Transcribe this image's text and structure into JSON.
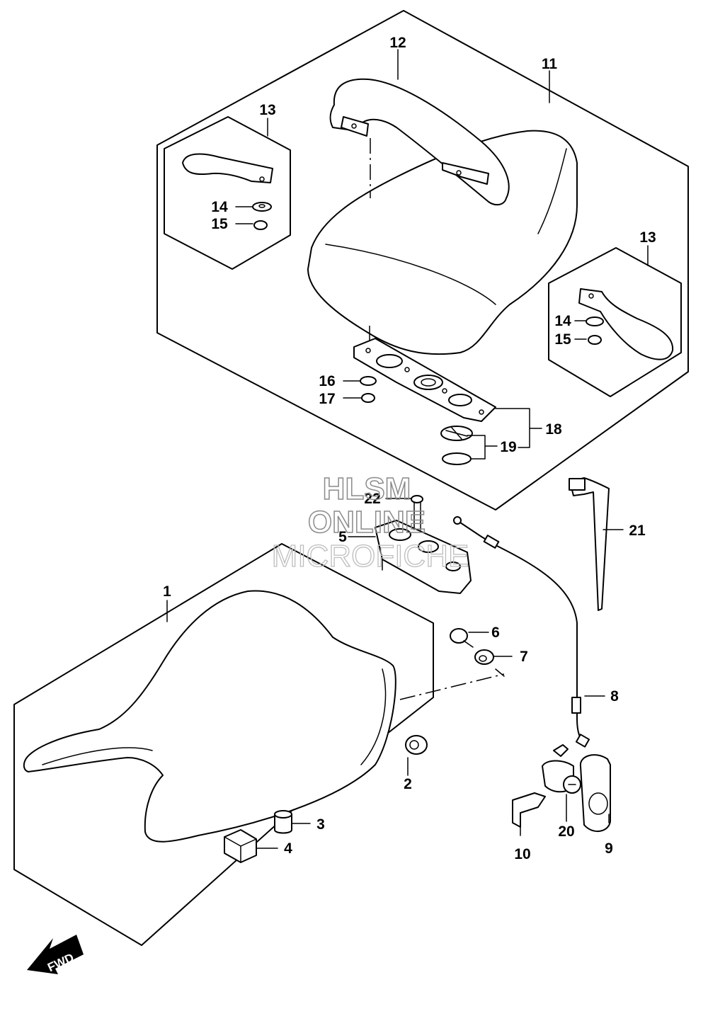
{
  "callouts": {
    "c1": "1",
    "c2": "2",
    "c3": "3",
    "c4": "4",
    "c5": "5",
    "c6": "6",
    "c7": "7",
    "c8": "8",
    "c9": "9",
    "c10": "10",
    "c11": "11",
    "c12": "12",
    "c13a": "13",
    "c13b": "13",
    "c14a": "14",
    "c14b": "14",
    "c15a": "15",
    "c15b": "15",
    "c16": "16",
    "c17": "17",
    "c18": "18",
    "c19": "19",
    "c20": "20",
    "c21": "21",
    "c22": "22"
  },
  "watermark": {
    "line1": "HLSM",
    "line2": "ONLINE",
    "line3": "MICROFICHE"
  },
  "direction_badge": "FWD"
}
